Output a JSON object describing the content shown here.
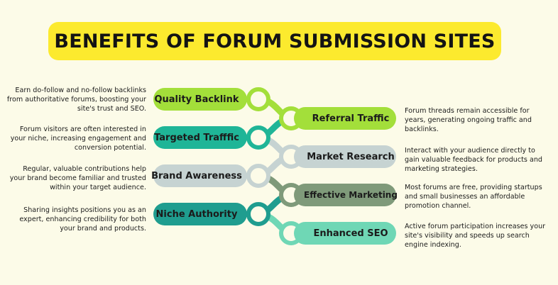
{
  "title": "BENEFITS OF FORUM SUBMISSION SITES",
  "colors": {
    "background": "#fcfbe8",
    "title_bg": "#fcea2e",
    "lime": "#a3df3a",
    "teal": "#1fb597",
    "gray_light": "#c6d3d2",
    "teal_dark": "#1f9d8f",
    "olive": "#7f9a7a",
    "mint": "#6fd7b5"
  },
  "left_items": [
    {
      "label": "Quality Backlink",
      "description": "Earn do-follow and no-follow backlinks from authoritative forums, boosting your site's trust and SEO."
    },
    {
      "label": "Targeted Trafffic",
      "description": "Forum visitors are often interested in your niche, increasing engagement and conversion potential."
    },
    {
      "label": "Brand Awareness",
      "description": "Regular, valuable contributions help your brand become familiar and trusted within your target audience."
    },
    {
      "label": "Niche Authority",
      "description": "Sharing insights positions you as an expert, enhancing credibility for both your brand and products."
    }
  ],
  "right_items": [
    {
      "label": "Referral Traffic",
      "description": "Forum threads remain accessible for years, generating ongoing traffic and backlinks."
    },
    {
      "label": "Market Research",
      "description": "Interact with your audience directly to gain valuable feedback for products and marketing strategies."
    },
    {
      "label": "Effective Marketing",
      "description": "Most forums are free, providing startups and small businesses an affordable promotion channel."
    },
    {
      "label": "Enhanced SEO",
      "description": "Active forum participation increases your site's visibility and speeds up search engine indexing."
    }
  ]
}
